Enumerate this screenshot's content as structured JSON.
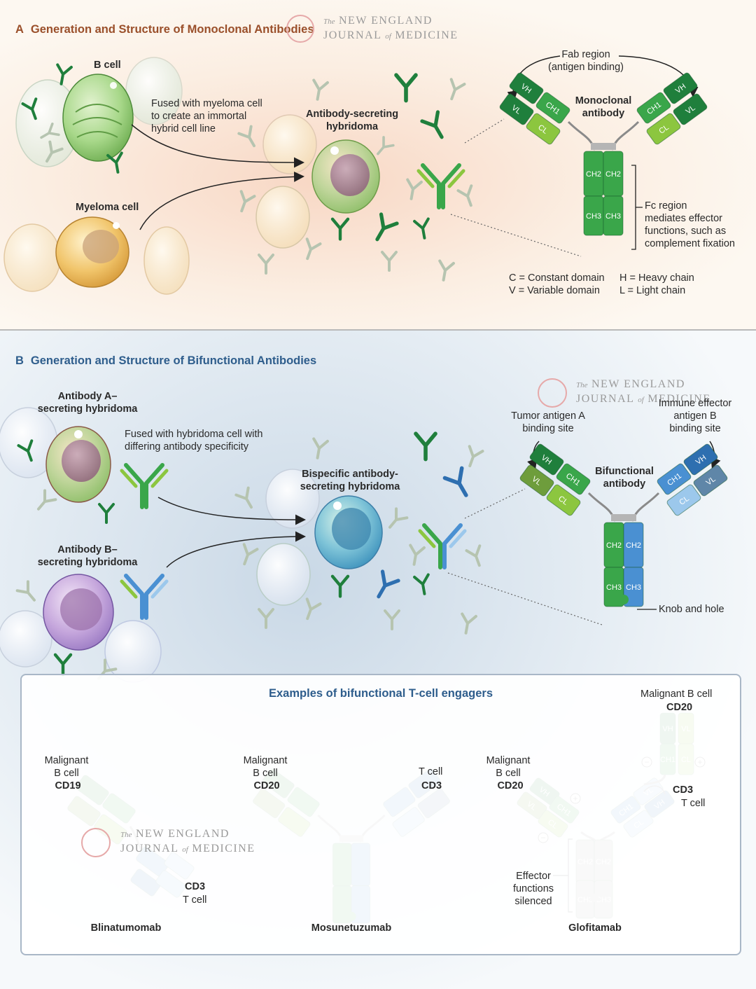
{
  "colors": {
    "green_dark": "#1f7f3c",
    "green_mid": "#3aa64a",
    "green_light": "#8cc63f",
    "blue_dark": "#2e6fb0",
    "blue_mid": "#4a90d2",
    "blue_light": "#9cc8ec",
    "gray": "#a8a8a8",
    "panelA_title": "#9a4f2a",
    "panelB_title": "#2e5d8c"
  },
  "panelA": {
    "letter": "A",
    "title": "Generation and Structure of Monoclonal Antibodies",
    "b_cell": "B cell",
    "fused_text": "Fused with myeloma cell\nto create an immortal\nhybrid cell line",
    "myeloma_cell": "Myeloma cell",
    "hybridoma": "Antibody-secreting\nhybridoma",
    "fab_region": "Fab region\n(antigen binding)",
    "antibody_name": "Monoclonal\nantibody",
    "fc_region": "Fc region\nmediates effector\nfunctions, such as\ncomplement fixation",
    "legend": {
      "c": "C = Constant domain",
      "v": "V = Variable domain",
      "h": "H = Heavy chain",
      "l": "L  = Light chain"
    }
  },
  "panelB": {
    "letter": "B",
    "title": "Generation and Structure of Bifunctional Antibodies",
    "antibody_a": "Antibody A–\nsecreting hybridoma",
    "fused_text": "Fused with hybridoma cell with\ndiffering antibody specificity",
    "antibody_b": "Antibody B–\nsecreting hybridoma",
    "bispecific": "Bispecific antibody-\nsecreting hybridoma",
    "tumor_site": "Tumor antigen A\nbinding site",
    "immune_site": "Immune effector\nantigen B\nbinding site",
    "antibody_name": "Bifunctional\nantibody",
    "knob_hole": "Knob and hole"
  },
  "domains": {
    "vh": "VH",
    "vl": "VL",
    "ch1": "CH1",
    "cl": "CL",
    "ch2": "CH2",
    "ch3": "CH3"
  },
  "watermark": {
    "the": "The",
    "line1": "NEW ENGLAND",
    "journal": "JOURNAL",
    "of": "of",
    "medicine": "MEDICINE"
  },
  "examples": {
    "title": "Examples of bifunctional T-cell engagers",
    "malignant": "Malignant\nB cell",
    "malignant_b_cell": "Malignant B cell",
    "cd19": "CD19",
    "cd20": "CD20",
    "cd3": "CD3",
    "t_cell": "T cell",
    "effector": "Effector\nfunctions\nsilenced",
    "plus": "+",
    "minus": "−",
    "drugs": [
      "Blinatumomab",
      "Mosunetuzumab",
      "Glofitamab"
    ]
  }
}
